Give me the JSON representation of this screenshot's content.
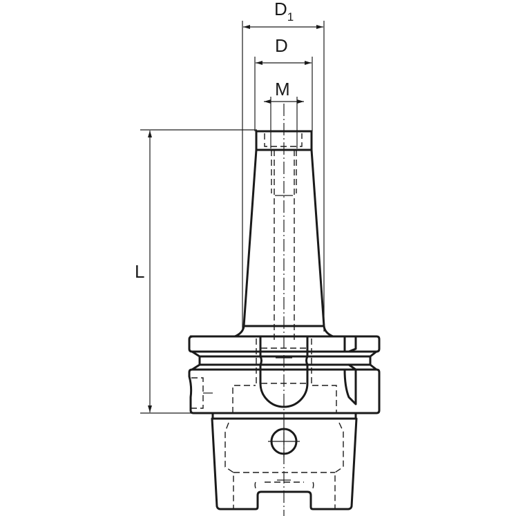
{
  "drawing": {
    "type": "technical-drawing",
    "subject": "tool holder with taper shank",
    "line_color": "#1a1a1a",
    "background": "#ffffff"
  },
  "dimensions": {
    "D1": {
      "label": "D",
      "subscript": "1"
    },
    "D": {
      "label": "D"
    },
    "M": {
      "label": "M"
    },
    "L": {
      "label": "L"
    }
  }
}
